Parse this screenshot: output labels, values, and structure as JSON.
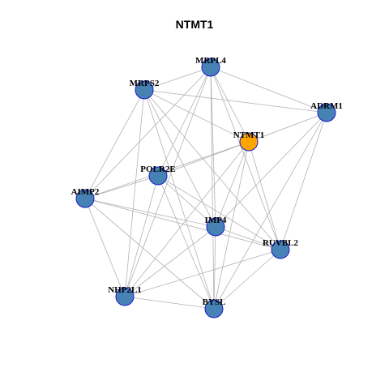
{
  "title": "NTMT1",
  "colors": {
    "node_default": "#4682B4",
    "node_highlight": "#FFA500",
    "node_border": "#1a1acc",
    "edge": "#b3b3b3"
  },
  "nodes": [
    {
      "id": "NTMT1",
      "label": "NTMT1",
      "highlight": true
    },
    {
      "id": "MRPL4",
      "label": "MRPL4",
      "highlight": false
    },
    {
      "id": "MRPS2",
      "label": "MRPS2",
      "highlight": false
    },
    {
      "id": "ADRM1",
      "label": "ADRM1",
      "highlight": false
    },
    {
      "id": "POLR2E",
      "label": "POLR2E",
      "highlight": false
    },
    {
      "id": "AIMP2",
      "label": "AIMP2",
      "highlight": false
    },
    {
      "id": "IMP4",
      "label": "IMP4",
      "highlight": false
    },
    {
      "id": "RUVBL2",
      "label": "RUVBL2",
      "highlight": false
    },
    {
      "id": "NHP2L1",
      "label": "NHP2L1",
      "highlight": false
    },
    {
      "id": "BYSL",
      "label": "BYSL",
      "highlight": false
    }
  ],
  "edges": [
    [
      "MRPL4",
      "MRPS2"
    ],
    [
      "MRPL4",
      "ADRM1"
    ],
    [
      "MRPL4",
      "NTMT1"
    ],
    [
      "MRPL4",
      "POLR2E"
    ],
    [
      "MRPL4",
      "AIMP2"
    ],
    [
      "MRPL4",
      "IMP4"
    ],
    [
      "MRPL4",
      "RUVBL2"
    ],
    [
      "MRPL4",
      "NHP2L1"
    ],
    [
      "MRPL4",
      "BYSL"
    ],
    [
      "MRPS2",
      "ADRM1"
    ],
    [
      "MRPS2",
      "NTMT1"
    ],
    [
      "MRPS2",
      "AIMP2"
    ],
    [
      "MRPS2",
      "IMP4"
    ],
    [
      "MRPS2",
      "RUVBL2"
    ],
    [
      "MRPS2",
      "NHP2L1"
    ],
    [
      "MRPS2",
      "BYSL"
    ],
    [
      "ADRM1",
      "NTMT1"
    ],
    [
      "ADRM1",
      "POLR2E"
    ],
    [
      "ADRM1",
      "IMP4"
    ],
    [
      "ADRM1",
      "RUVBL2"
    ],
    [
      "ADRM1",
      "BYSL"
    ],
    [
      "NTMT1",
      "POLR2E"
    ],
    [
      "NTMT1",
      "AIMP2"
    ],
    [
      "NTMT1",
      "IMP4"
    ],
    [
      "NTMT1",
      "RUVBL2"
    ],
    [
      "NTMT1",
      "NHP2L1"
    ],
    [
      "NTMT1",
      "BYSL"
    ],
    [
      "POLR2E",
      "AIMP2"
    ],
    [
      "POLR2E",
      "IMP4"
    ],
    [
      "POLR2E",
      "RUVBL2"
    ],
    [
      "POLR2E",
      "NHP2L1"
    ],
    [
      "POLR2E",
      "BYSL"
    ],
    [
      "AIMP2",
      "IMP4"
    ],
    [
      "AIMP2",
      "RUVBL2"
    ],
    [
      "AIMP2",
      "NHP2L1"
    ],
    [
      "AIMP2",
      "BYSL"
    ],
    [
      "IMP4",
      "RUVBL2"
    ],
    [
      "IMP4",
      "NHP2L1"
    ],
    [
      "IMP4",
      "BYSL"
    ],
    [
      "RUVBL2",
      "NHP2L1"
    ],
    [
      "RUVBL2",
      "BYSL"
    ],
    [
      "NHP2L1",
      "BYSL"
    ]
  ]
}
